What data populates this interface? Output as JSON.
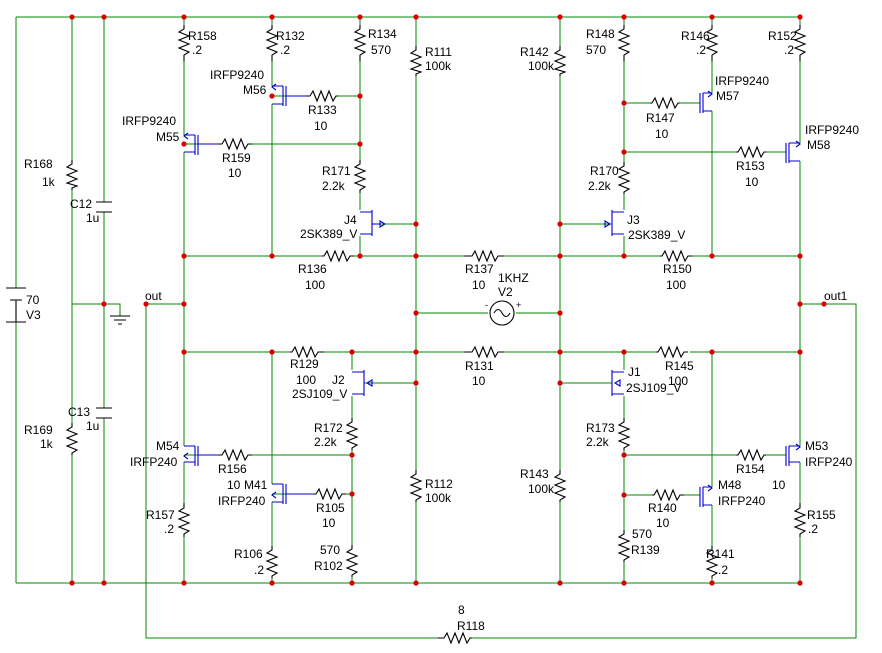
{
  "colors": {
    "wire": "#008800",
    "junction": "#dd0000",
    "component": "#000000",
    "device": "#0000cc",
    "text": "#000000"
  },
  "labels": {
    "R158": "R158",
    "R158_val": ".2",
    "R132": "R132",
    "R132_val": ".2",
    "R134": "R134",
    "R134_val": "570",
    "R111": "R111",
    "R111_val": "100k",
    "R142": "R142",
    "R142_val": "100k",
    "R148": "R148",
    "R148_val": "570",
    "R146": "R146",
    "R146_val": ".2",
    "R152": "R152",
    "R152_val": ".2",
    "M56": "M56",
    "M56_type": "IRFP9240",
    "R133": "R133",
    "R133_val": "10",
    "M55": "M55",
    "M55_type": "IRFP9240",
    "R159": "R159",
    "R159_val": "10",
    "R171": "R171",
    "R171_val": "2.2k",
    "J4": "J4",
    "J4_type": "2SK389_V",
    "M57": "M57",
    "M57_type": "IRFP9240",
    "R147": "R147",
    "R147_val": "10",
    "M58": "M58",
    "M58_type": "IRFP9240",
    "R153": "R153",
    "R153_val": "10",
    "R170": "R170",
    "R170_val": "2.2k",
    "J3": "J3",
    "J3_type": "2SK389_V",
    "R168": "R168",
    "R168_val": "1k",
    "C12": "C12",
    "C12_val": "1u",
    "V3": "V3",
    "V3_val": "70",
    "R136": "R136",
    "R136_val": "100",
    "R137": "R137",
    "R137_val": "10",
    "R150": "R150",
    "R150_val": "100",
    "V2": "V2",
    "V2_val": "1KHZ",
    "out": "out",
    "out1": "out1",
    "R129": "R129",
    "R129_val": "100",
    "R131": "R131",
    "R131_val": "10",
    "R145": "R145",
    "R145_val": "100",
    "J2": "J2",
    "J2_type": "2SJ109_V",
    "J1": "J1",
    "J1_type": "2SJ109_V",
    "C13": "C13",
    "C13_val": "1u",
    "R169": "R169",
    "R169_val": "1k",
    "R172": "R172",
    "R172_val": "2.2k",
    "R173": "R173",
    "R173_val": "2.2k",
    "M54": "M54",
    "M54_type": "IRFP240",
    "R156": "R156",
    "R156_val": "10",
    "M41": "M41",
    "M41_type": "IRFP240",
    "R105": "R105",
    "R105_val": "10",
    "R112": "R112",
    "R112_val": "100k",
    "R143": "R143",
    "R143_val": "100k",
    "M53": "M53",
    "M53_type": "IRFP240",
    "R154": "R154",
    "R154_val": "10",
    "M48": "M48",
    "M48_type": "IRFP240",
    "R140": "R140",
    "R140_val": "10",
    "R157": "R157",
    "R157_val": ".2",
    "R155": "R155",
    "R155_val": ".2",
    "R106": "R106",
    "R106_val": ".2",
    "R102": "R102",
    "R102_val": "570",
    "R139": "R139",
    "R139_val": "570",
    "R141": "R141",
    "R141_val": ".2",
    "R118": "R118",
    "R118_val": "8",
    "src_minus": "-",
    "src_plus": "+"
  }
}
